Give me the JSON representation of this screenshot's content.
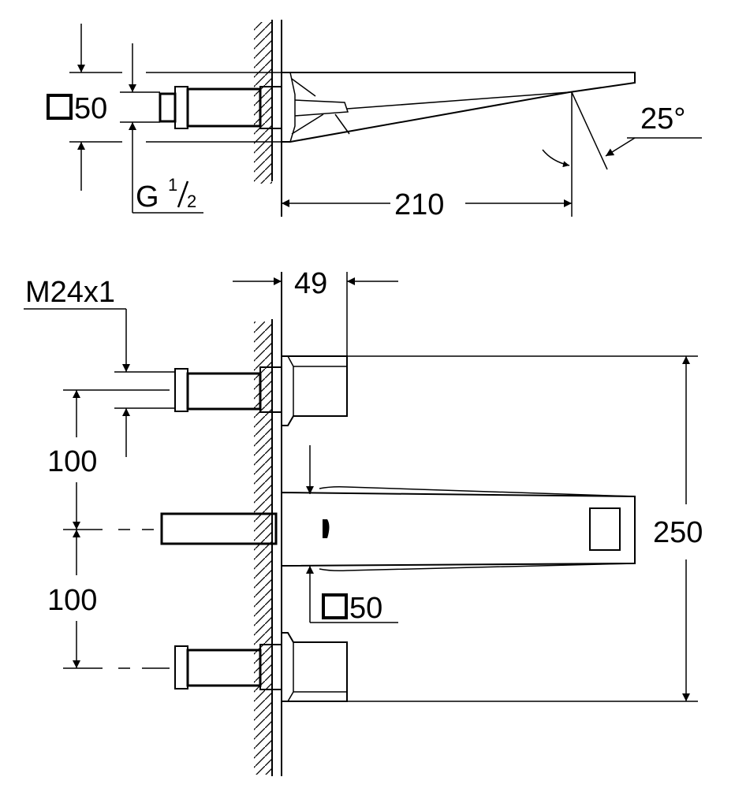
{
  "drawing": {
    "top_view": {
      "square_size_label": "50",
      "thread_label_prefix": "G",
      "thread_fraction_numerator": "1",
      "thread_fraction_denominator": "2",
      "projection_label": "210",
      "angle_label": "25°"
    },
    "front_view": {
      "thread_label": "M24x1",
      "depth_label": "49",
      "spacing_upper_label": "100",
      "spacing_lower_label": "100",
      "total_height_label": "250",
      "spout_square_label": "50"
    },
    "colors": {
      "line": "#000000",
      "background": "#ffffff"
    }
  }
}
